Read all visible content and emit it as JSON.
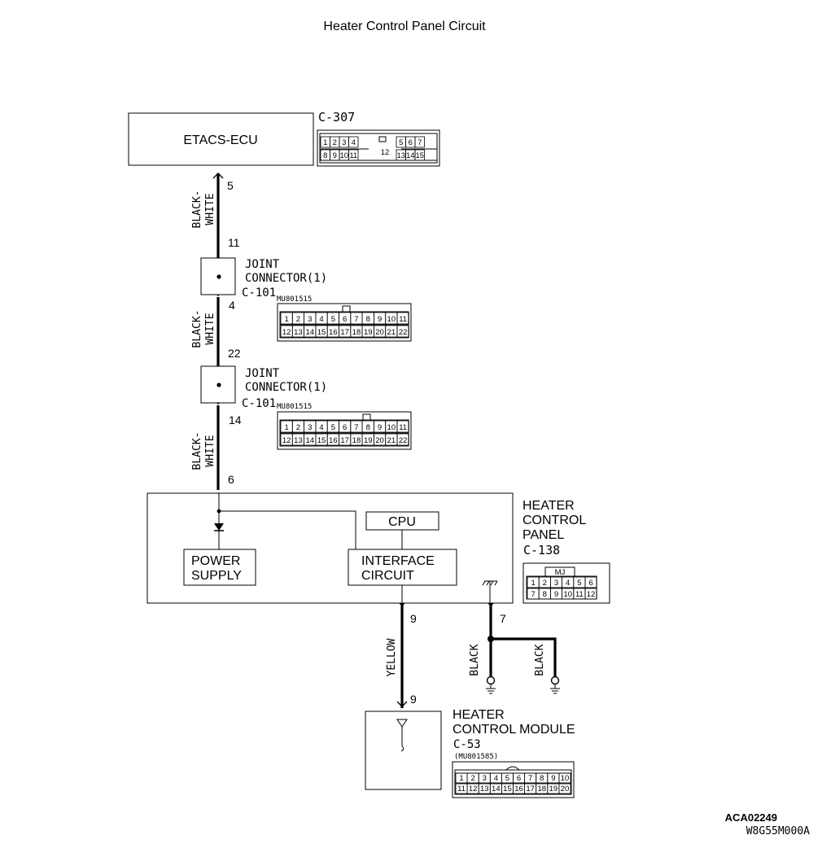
{
  "title": "Heater Control Panel Circuit",
  "components": {
    "etacs_ecu": {
      "label": "ETACS-ECU",
      "connector": "C-307"
    },
    "joint_connector_1": {
      "label_line1": "JOINT",
      "label_line2": "CONNECTOR(1)",
      "connector": "C-101",
      "part_no": "MU801515"
    },
    "joint_connector_2": {
      "label_line1": "JOINT",
      "label_line2": "CONNECTOR(1)",
      "connector": "C-101",
      "part_no": "MU801515"
    },
    "heater_control_panel": {
      "label_line1": "HEATER",
      "label_line2": "CONTROL",
      "label_line3": "PANEL",
      "connector": "C-138",
      "connector_tag": "MJ",
      "cpu": "CPU",
      "power_supply_line1": "POWER",
      "power_supply_line2": "SUPPLY",
      "interface_line1": "INTERFACE",
      "interface_line2": "CIRCUIT"
    },
    "heater_control_module": {
      "label_line1": "HEATER",
      "label_line2": "CONTROL MODULE",
      "connector": "C-53",
      "part_no": "(MU801585)"
    }
  },
  "connector_pins": {
    "c307_top": [
      "1",
      "2",
      "3",
      "4",
      "5",
      "6",
      "7"
    ],
    "c307_bottom": [
      "8",
      "9",
      "10",
      "11",
      "13",
      "14",
      "15"
    ],
    "c307_center": "12",
    "c101_top": [
      "1",
      "2",
      "3",
      "4",
      "5",
      "6",
      "7",
      "8",
      "9",
      "10",
      "11"
    ],
    "c101_bottom": [
      "12",
      "13",
      "14",
      "15",
      "16",
      "17",
      "18",
      "19",
      "20",
      "21",
      "22"
    ],
    "c138_top": [
      "1",
      "2",
      "3",
      "4",
      "5",
      "6"
    ],
    "c138_bottom": [
      "7",
      "8",
      "9",
      "10",
      "11",
      "12"
    ],
    "c53_top": [
      "1",
      "2",
      "3",
      "4",
      "5",
      "6",
      "7",
      "8",
      "9",
      "10"
    ],
    "c53_bottom": [
      "11",
      "12",
      "13",
      "14",
      "15",
      "16",
      "17",
      "18",
      "19",
      "20"
    ]
  },
  "wires": {
    "w1": {
      "color_line1": "BLACK-",
      "color_line2": "WHITE",
      "pin_top": "5",
      "pin_bottom": "11"
    },
    "w2": {
      "color_line1": "BLACK-",
      "color_line2": "WHITE",
      "pin_top": "4",
      "pin_bottom": "22"
    },
    "w3": {
      "color_line1": "BLACK-",
      "color_line2": "WHITE",
      "pin_top": "14",
      "pin_bottom": "6"
    },
    "yellow": {
      "color": "YELLOW",
      "pin_top": "9",
      "pin_bottom": "9"
    },
    "ground": {
      "pin": "7",
      "left": "BLACK",
      "right": "BLACK"
    }
  },
  "codes": {
    "code1": "ACA02249",
    "code2": "W8G55M000A"
  }
}
